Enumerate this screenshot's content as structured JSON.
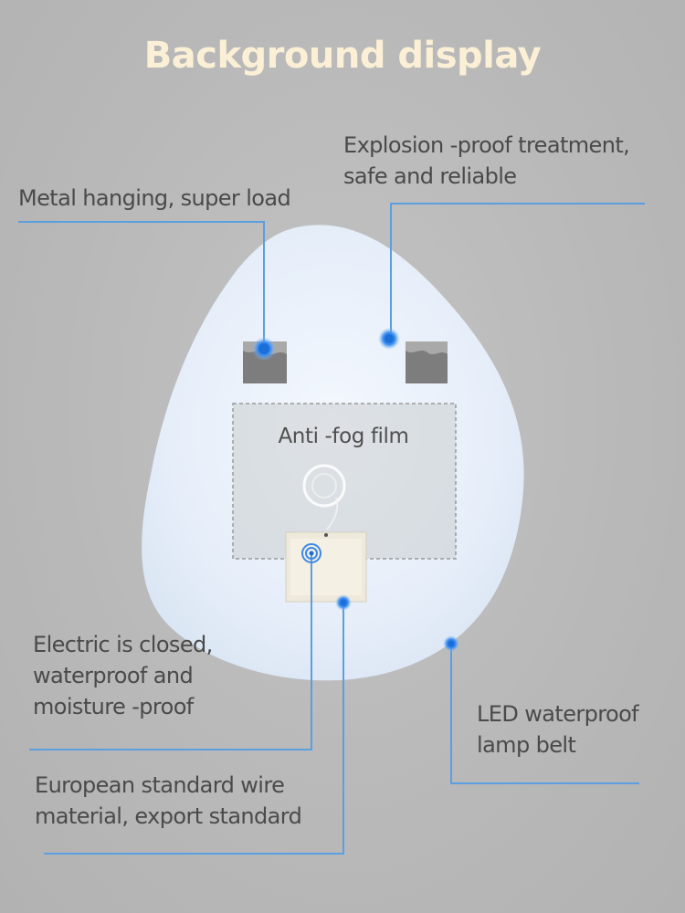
{
  "title": "Background display",
  "labels": {
    "metal_hanging": "Metal hanging, super load",
    "explosion_proof": [
      "Explosion -proof treatment,",
      "safe and reliable"
    ],
    "anti_fog": "Anti -fog film",
    "electric_closed": [
      "Electric is closed,",
      "waterproof and",
      "moisture -proof"
    ],
    "european_wire": [
      "European standard wire",
      "material, export standard"
    ],
    "led_belt": [
      "LED waterproof",
      "lamp belt"
    ]
  },
  "colors": {
    "title": "#fbf0d6",
    "label_text": "#4a4a4a",
    "callout_line": "#5b9fe0",
    "callout_dot": "#1a6fd8",
    "mirror": "#eaf1fb",
    "background": "#b9b9b9"
  }
}
